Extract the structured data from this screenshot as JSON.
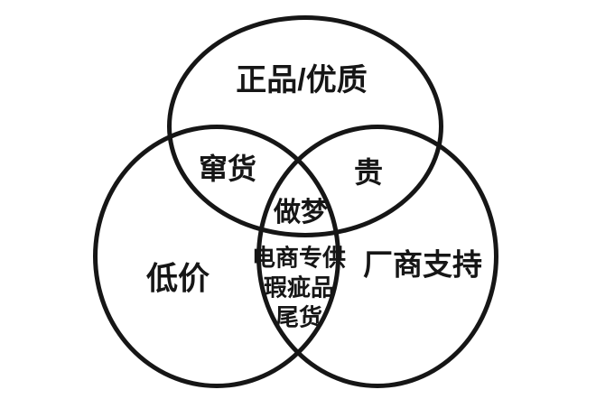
{
  "diagram": {
    "type": "venn",
    "background_color": "#ffffff",
    "stroke_color": "#161616",
    "text_color": "#161616",
    "circles": [
      {
        "id": "top",
        "label": "正品/优质"
      },
      {
        "id": "left",
        "label": "低价"
      },
      {
        "id": "right",
        "label": "厂商支持"
      }
    ],
    "labels": {
      "top_circle": "正品/优质",
      "left_circle": "低价",
      "right_circle": "厂商支持",
      "top_left_overlap": "窜货",
      "top_right_overlap": "贵",
      "center_overlap": "做梦",
      "bottom_overlap_line1": "电商专供",
      "bottom_overlap_line2": "瑕疵品",
      "bottom_overlap_line3": "尾货"
    }
  }
}
